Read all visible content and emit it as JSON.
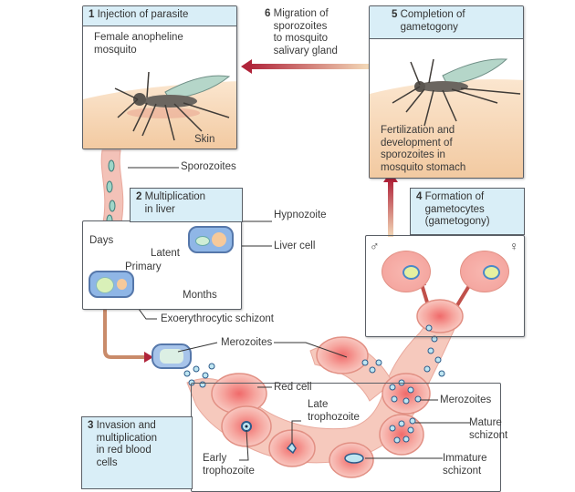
{
  "steps": {
    "s1": {
      "num": "1",
      "title": "Injection of parasite"
    },
    "s2": {
      "num": "2",
      "title": "Multiplication\nin liver"
    },
    "s3": {
      "num": "3",
      "title": "Invasion and\nmultiplication\nin red blood\ncells"
    },
    "s4": {
      "num": "4",
      "title": "Formation of\ngametocytes\n(gametogony)"
    },
    "s5": {
      "num": "5",
      "title": "Completion of\ngametogony"
    },
    "s6": {
      "num": "6",
      "title": "Migration of\nsporozoites\nto mosquito\nsalivary gland"
    }
  },
  "labels": {
    "female_mosquito": "Female anopheline\nmosquito",
    "skin": "Skin",
    "sporozoites": "Sporozoites",
    "hypnozoite": "Hypnozoite",
    "liver_cell": "Liver cell",
    "days": "Days",
    "latent": "Latent",
    "primary": "Primary",
    "months": "Months",
    "exo_schizont": "Exoerythrocytic schizont",
    "merozoites_top": "Merozoites",
    "red_cell": "Red cell",
    "late_troph": "Late\ntrophozoite",
    "early_troph": "Early\ntrophozoite",
    "merozoites_right": "Merozoites",
    "mature_schizont": "Mature\nschizont",
    "immature_schizont": "Immature\nschizont",
    "fertilization": "Fertilization and\ndevelopment of\nsporozoites in\nmosquito stomach",
    "male_symbol": "♂",
    "female_symbol": "♀"
  },
  "colors": {
    "header_bg": "#d9eef7",
    "skin": "#f3d3b0",
    "arrow_red": "#b0243a",
    "rbc": "#f1a7a0",
    "vessel": "#f6c9bd"
  }
}
